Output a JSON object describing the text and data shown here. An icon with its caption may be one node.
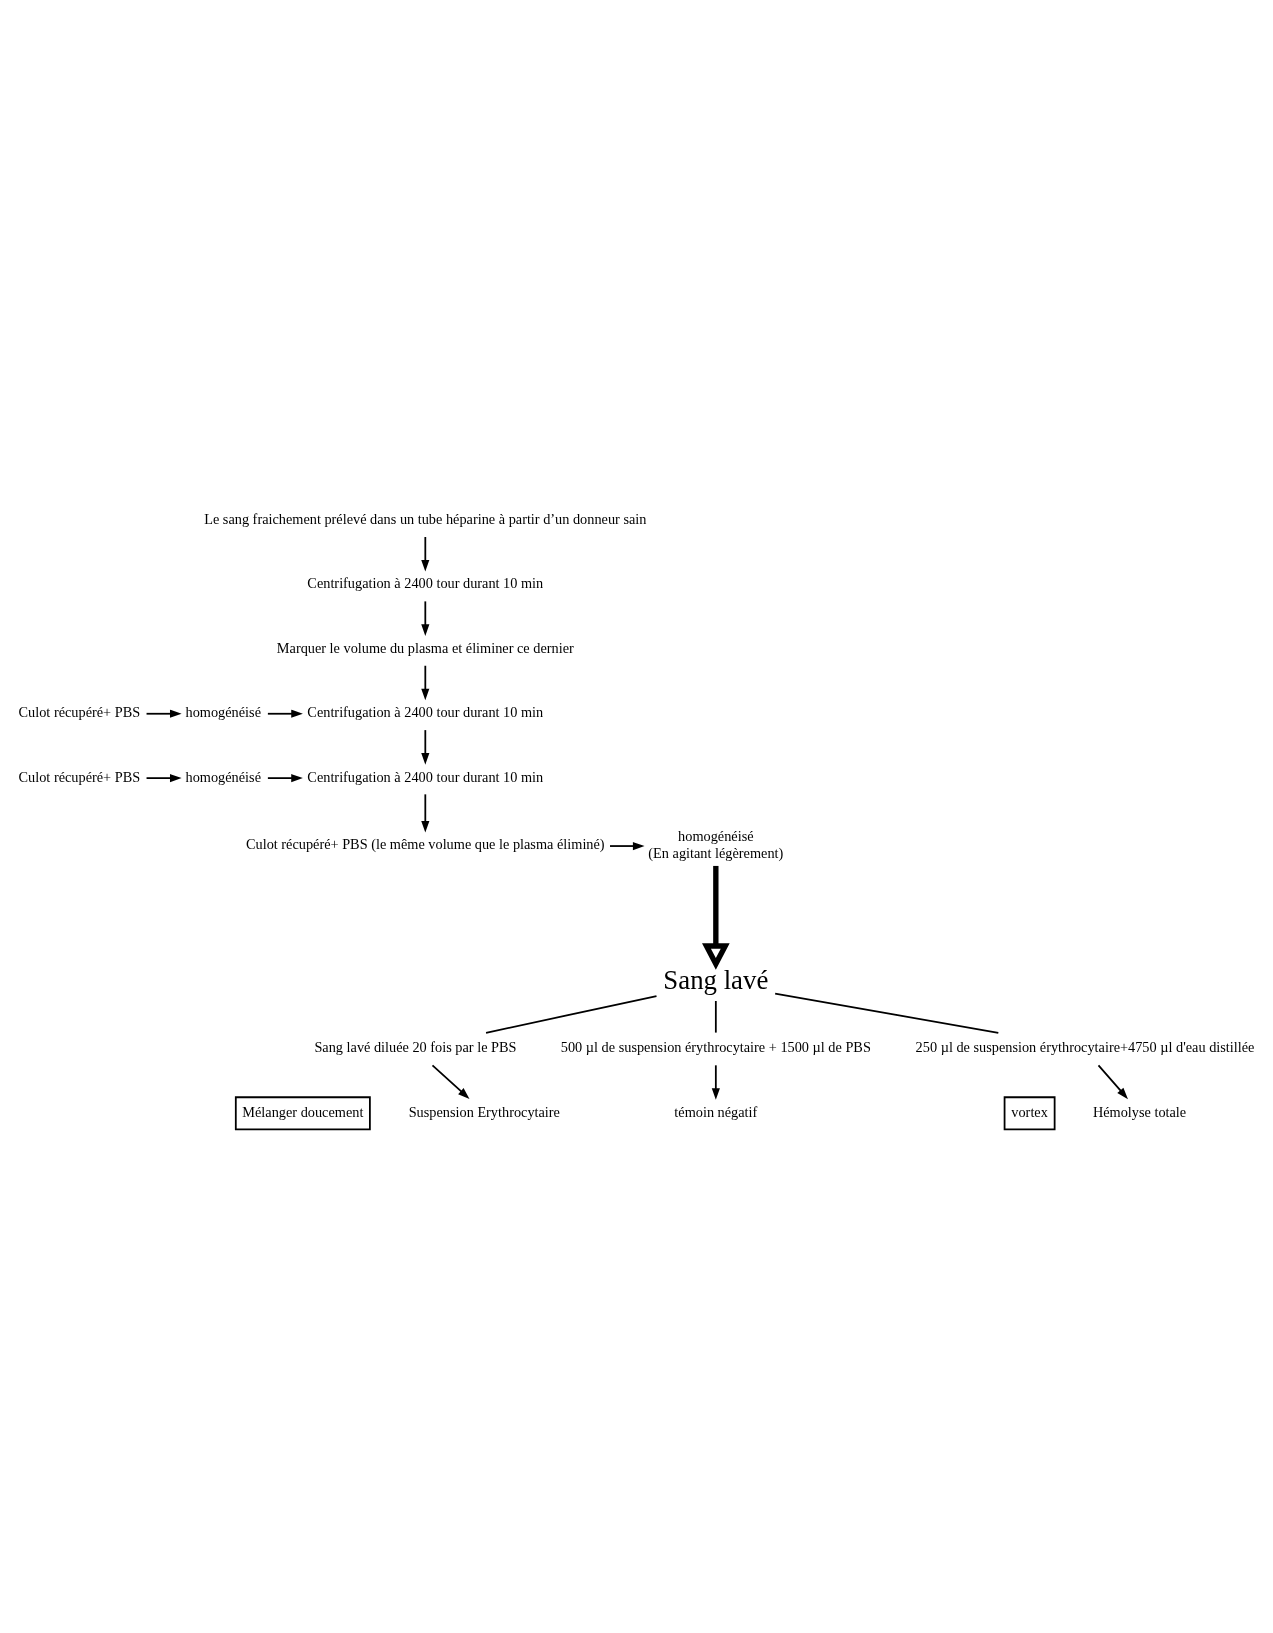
{
  "diagram": {
    "nodes": [
      {
        "text": [
          "Le sang fraichement prélevé dans un tube héparine à partir d’un donneur sain"
        ]
      },
      {
        "text": [
          "Centrifugation à 2400 tour durant 10 min"
        ]
      },
      {
        "text": [
          "Marquer le volume du plasma et éliminer ce dernier"
        ]
      },
      {
        "text": [
          "Culot récupéré+ PBS"
        ]
      },
      {
        "text": [
          "homogénéisé"
        ]
      },
      {
        "text": [
          "Centrifugation à 2400 tour durant 10 min"
        ]
      },
      {
        "text": [
          "Culot récupéré+ PBS"
        ]
      },
      {
        "text": [
          "homogénéisé"
        ]
      },
      {
        "text": [
          "Centrifugation à 2400 tour durant 10 min"
        ]
      },
      {
        "text": [
          "Culot récupéré+ PBS (le même volume que le plasma éliminé)"
        ]
      },
      {
        "text": [
          "homogénéisé"
        ],
        "beside": [
          "(En agitant légèrement)"
        ]
      },
      {
        "text": [
          "Sang lavé"
        ]
      },
      {
        "text": [
          "Sang lavé diluée 20 fois par le PBS"
        ]
      },
      {
        "text": [
          "500 µl de suspension érythrocytaire + 1500 µl de PBS"
        ]
      },
      {
        "text": [
          "250 µl de suspension érythrocytaire+4750 µl d'eau distillée"
        ]
      },
      {
        "text": [
          "Mélanger doucement"
        ]
      },
      {
        "text": [
          "vortex"
        ]
      },
      {
        "text": [
          "Suspension Erythrocytaire"
        ]
      },
      {
        "text": [
          "témoin négatif"
        ]
      },
      {
        "text": [
          "Hémolyse totale"
        ]
      }
    ],
    "edges": [
      {
        "from": 0,
        "to": 1,
        "arrow": "to"
      },
      {
        "from": 1,
        "to": 2,
        "arrow": "to"
      },
      {
        "from": 2,
        "to": 5,
        "arrow": "to"
      },
      {
        "from": 3,
        "to": 4,
        "arrow": "to"
      },
      {
        "from": 4,
        "to": 5,
        "arrow": "to"
      },
      {
        "from": 5,
        "to": 8,
        "arrow": "to"
      },
      {
        "from": 6,
        "to": 7,
        "arrow": "to"
      },
      {
        "from": 7,
        "to": 8,
        "arrow": "to"
      },
      {
        "from": 8,
        "to": 9,
        "arrow": "to"
      },
      {
        "from": 9,
        "to": 10,
        "arrow": "to"
      },
      {
        "from": 10,
        "to": 11,
        "arrow": "to",
        "style": "thick"
      },
      {
        "from": 11,
        "to": 12,
        "arrow": "none"
      },
      {
        "from": 11,
        "to": 13,
        "arrow": "none"
      },
      {
        "from": 11,
        "to": 14,
        "arrow": "none"
      },
      {
        "from": 12,
        "to": 17,
        "arrow": "to"
      },
      {
        "from": 13,
        "to": 18,
        "arrow": "to"
      },
      {
        "from": 14,
        "to": 19,
        "arrow": "to"
      }
    ]
  }
}
